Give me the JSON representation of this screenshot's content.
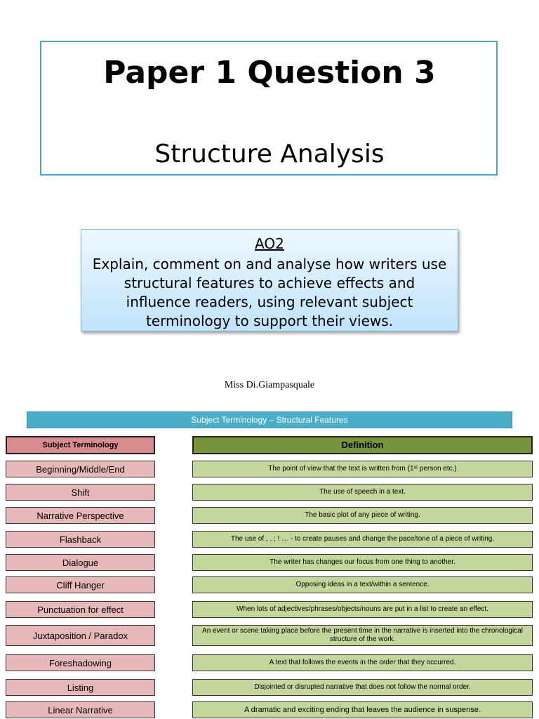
{
  "title": {
    "main": "Paper 1 Question 3",
    "sub": "Structure Analysis"
  },
  "objective": {
    "heading": "AO2",
    "text": "Explain, comment on and analyse how writers use structural features to achieve effects and influence readers, using relevant subject terminology to support their views."
  },
  "author": "Miss Di.Giampasquale",
  "banner": "Subject Terminology – Structural Features",
  "table": {
    "headers": [
      "Subject Terminology",
      "Definition"
    ],
    "terms": [
      "Beginning/Middle/End",
      "Shift",
      "Narrative Perspective",
      "Flashback",
      "Dialogue",
      "Cliff Hanger",
      "Punctuation for effect",
      "Juxtaposition / Paradox",
      "Foreshadowing",
      "Listing",
      "Linear Narrative"
    ],
    "definitions": [
      "The point of view that the text is written from (1ˢᵗ person etc.)",
      "The use of speech in a text.",
      "The basic plot of any piece of writing.",
      "The use of , . ; ! … - to create pauses and change the pace/tone of a piece of writing.",
      "The writer has changes our focus from one thing to another.",
      "Opposing ideas in a text/within a sentence.",
      "When lots of adjectives/phrases/objects/nouns are put in a list to create an effect.",
      "An event or scene taking place before the present time in the narrative is inserted into the chronological structure of the work.",
      "A text that follows the events in the order that they occurred.",
      "Disjointed or disrupted narrative that does not follow the normal order.",
      "A dramatic and exciting ending that leaves the audience in suspense."
    ]
  }
}
